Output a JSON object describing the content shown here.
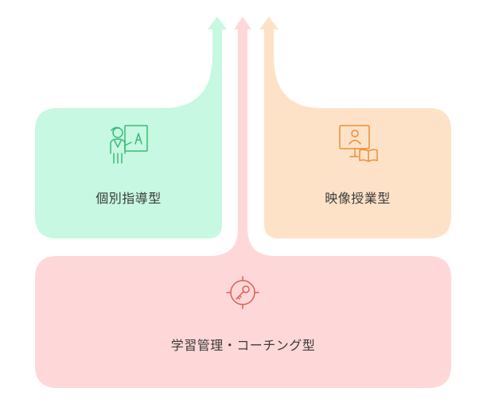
{
  "boxes": {
    "individual": {
      "label": "個別指導型",
      "color": "#c6f8e2",
      "icon_color": "#3cbc78",
      "icon": "teacher-whiteboard-icon"
    },
    "video": {
      "label": "映像授業型",
      "color": "#fde2c8",
      "icon_color": "#ef8d33",
      "icon": "online-lesson-icon"
    },
    "coaching": {
      "label": "学習管理・コーチング型",
      "color": "#fed8d8",
      "icon_color": "#e25b57",
      "icon": "target-key-icon"
    }
  },
  "arrows": {
    "left_color": "#c6f8e2",
    "middle_color": "#fed8d8",
    "right_color": "#fde2c8"
  }
}
